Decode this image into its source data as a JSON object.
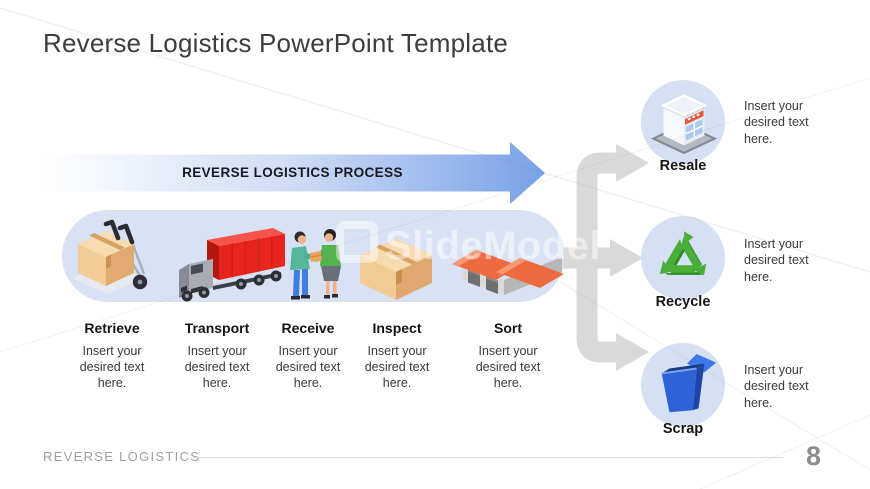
{
  "slide": {
    "title": "Reverse Logistics PowerPoint Template",
    "watermark_text": "SlideModel",
    "footer_label": "REVERSE LOGISTICS",
    "page_number": "8"
  },
  "banner": {
    "label": "REVERSE LOGISTICS PROCESS"
  },
  "steps": [
    {
      "label": "Retrieve",
      "description": "Insert your desired text here.",
      "icon": "hand-truck-icon"
    },
    {
      "label": "Transport",
      "description": "Insert your desired text here.",
      "icon": "cargo-truck-icon"
    },
    {
      "label": "Receive",
      "description": "Insert your desired text here.",
      "icon": "people-handover-icon"
    },
    {
      "label": "Inspect",
      "description": "Insert your desired text here.",
      "icon": "cardboard-box-icon"
    },
    {
      "label": "Sort",
      "description": "Insert your desired text here.",
      "icon": "warehouse-icon"
    }
  ],
  "outcomes": [
    {
      "label": "Resale",
      "description": "Insert your desired text here.",
      "icon": "store-icon"
    },
    {
      "label": "Recycle",
      "description": "Insert your desired text here.",
      "icon": "recycle-icon"
    },
    {
      "label": "Scrap",
      "description": "Insert your desired text here.",
      "icon": "scrap-bin-icon"
    }
  ],
  "colors": {
    "banner_blue": "#78a1e8",
    "pill_background": "#d9e2f4",
    "circle_background": "#d6e0f5",
    "connector_gray": "#d9d9d9",
    "truck_red": "#e8251d",
    "roof_orange": "#ee6a40",
    "recycle_green": "#4aae39",
    "bin_blue": "#2e63d8"
  }
}
